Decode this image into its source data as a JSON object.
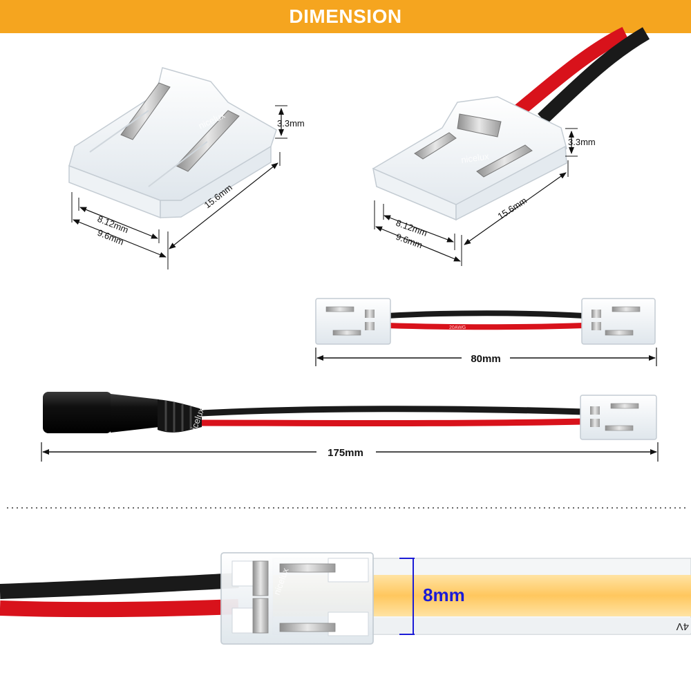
{
  "header": {
    "title": "DIMENSION"
  },
  "brand": {
    "watermark": "nicelux"
  },
  "connector_left": {
    "height": "3.3mm",
    "length": "15.6mm",
    "inner_width": "8.12mm",
    "outer_width": "9.6mm"
  },
  "connector_right": {
    "height": "3.3mm",
    "length": "15.6mm",
    "inner_width": "8.12mm",
    "outer_width": "9.6mm"
  },
  "jumper": {
    "length": "80mm",
    "cable_print": "20AWG"
  },
  "dc_cable": {
    "length": "175mm"
  },
  "strip": {
    "width": "8mm",
    "voltage_mark": "4V"
  },
  "colors": {
    "banner": "#f5a51f",
    "dimension_blue": "#1b1bd6",
    "wire_red": "#d8121b",
    "wire_black": "#1a1a1a",
    "led_yellow": "#ffcc66"
  },
  "icons": [
    "connector-clip",
    "dc-female-plug",
    "led-strip"
  ]
}
